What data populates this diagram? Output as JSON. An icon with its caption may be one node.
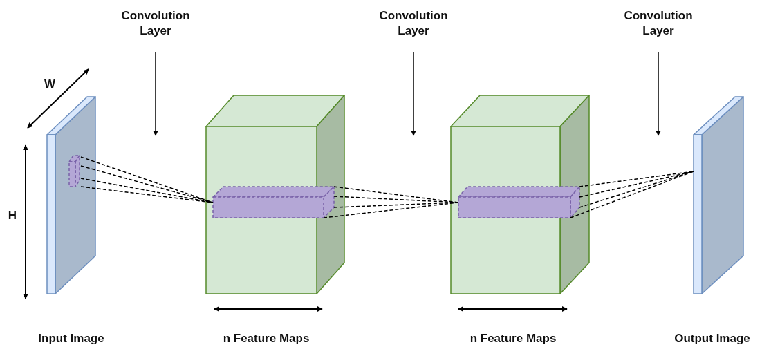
{
  "diagram": {
    "nodes": [
      {
        "text": [],
        "shape": "box",
        "beside": [
          "Input Image"
        ]
      },
      {
        "text": [],
        "shape": "box",
        "in": 0
      },
      {
        "text": [],
        "shape": "box",
        "beside": [
          "n Feature Maps"
        ]
      },
      {
        "text": [],
        "shape": "box",
        "in": 2
      },
      {
        "text": [],
        "shape": "box",
        "beside": [
          "n Feature Maps"
        ]
      },
      {
        "text": [],
        "shape": "box",
        "in": 4
      },
      {
        "text": [],
        "shape": "box",
        "beside": [
          "Output Image"
        ]
      },
      {
        "text": [
          "Convolution Layer"
        ]
      },
      {
        "text": [
          "Convolution Layer"
        ]
      },
      {
        "text": [
          "Convolution Layer"
        ]
      }
    ],
    "edges": [
      {
        "from": 1,
        "to": 3,
        "arrow": "none",
        "style": "dashed"
      },
      {
        "from": 1,
        "to": 3,
        "arrow": "none",
        "style": "dashed"
      },
      {
        "from": 1,
        "to": 3,
        "arrow": "none",
        "style": "dashed"
      },
      {
        "from": 1,
        "to": 3,
        "arrow": "none",
        "style": "dashed"
      },
      {
        "from": 3,
        "to": 5,
        "arrow": "none",
        "style": "dashed"
      },
      {
        "from": 3,
        "to": 5,
        "arrow": "none",
        "style": "dashed"
      },
      {
        "from": 3,
        "to": 5,
        "arrow": "none",
        "style": "dashed"
      },
      {
        "from": 3,
        "to": 5,
        "arrow": "none",
        "style": "dashed"
      },
      {
        "from": 5,
        "to": 6,
        "arrow": "none",
        "style": "dashed"
      },
      {
        "from": 5,
        "to": 6,
        "arrow": "none",
        "style": "dashed"
      },
      {
        "from": 5,
        "to": 6,
        "arrow": "none",
        "style": "dashed"
      },
      {
        "from": 5,
        "to": 6,
        "arrow": "none",
        "style": "dashed"
      },
      {
        "from": 7,
        "to": null,
        "arrow": "to"
      },
      {
        "from": 8,
        "to": null,
        "arrow": "to"
      },
      {
        "from": 9,
        "to": null,
        "arrow": "to"
      }
    ],
    "labels": [
      "W",
      "H"
    ]
  }
}
